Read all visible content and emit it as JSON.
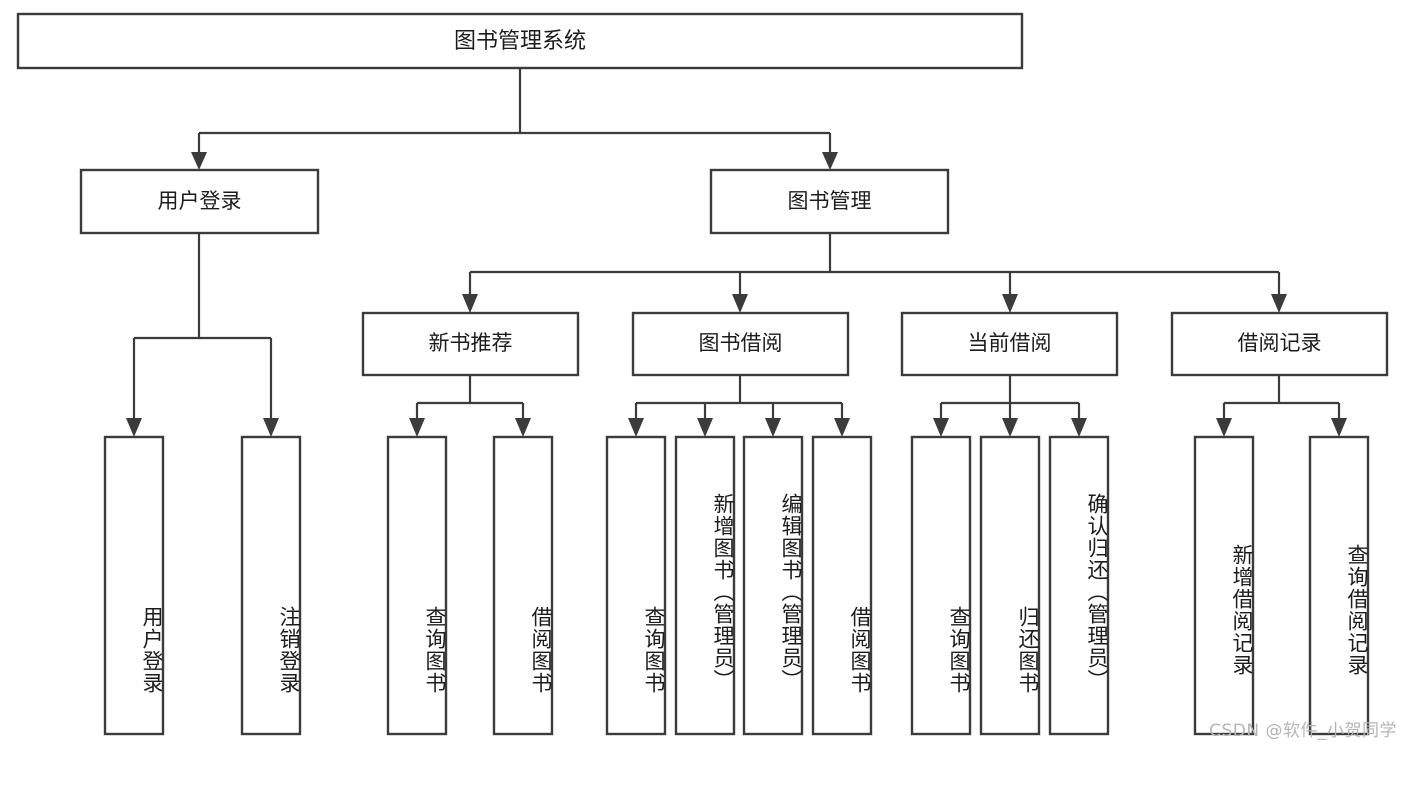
{
  "diagram": {
    "title": "图书管理系统",
    "type": "hierarchy-tree",
    "orientation": "top-down",
    "levels": 4,
    "colors": {
      "box_stroke": "#3b3b3b",
      "box_fill": "#ffffff",
      "text": "#1c1c1c",
      "edge": "#3b3b3b",
      "watermark": "#b6b6b6",
      "background": "#ffffff"
    }
  },
  "nodes": {
    "root": {
      "id": "root",
      "label": "图书管理系统",
      "level": 0,
      "orientation": "horizontal"
    },
    "level2": [
      {
        "id": "user-login",
        "label": "用户登录",
        "level": 1,
        "orientation": "horizontal"
      },
      {
        "id": "book-management",
        "label": "图书管理",
        "level": 1,
        "orientation": "horizontal"
      }
    ],
    "level3": [
      {
        "id": "new-book-recommend",
        "label": "新书推荐",
        "level": 2,
        "orientation": "horizontal",
        "parent": "book-management"
      },
      {
        "id": "book-borrow",
        "label": "图书借阅",
        "level": 2,
        "orientation": "horizontal",
        "parent": "book-management"
      },
      {
        "id": "current-borrow",
        "label": "当前借阅",
        "level": 2,
        "orientation": "horizontal",
        "parent": "book-management"
      },
      {
        "id": "borrow-record",
        "label": "借阅记录",
        "level": 2,
        "orientation": "horizontal",
        "parent": "book-management"
      }
    ],
    "leaves": [
      {
        "id": "leaf-user-login",
        "label": "用户登录",
        "parent": "user-login",
        "orientation": "vertical"
      },
      {
        "id": "leaf-logout",
        "label": "注销登录",
        "parent": "user-login",
        "orientation": "vertical"
      },
      {
        "id": "leaf-query-book-1",
        "label": "查询图书",
        "parent": "new-book-recommend",
        "orientation": "vertical"
      },
      {
        "id": "leaf-borrow-book-1",
        "label": "借阅图书",
        "parent": "new-book-recommend",
        "orientation": "vertical"
      },
      {
        "id": "leaf-query-book-2",
        "label": "查询图书",
        "parent": "book-borrow",
        "orientation": "vertical"
      },
      {
        "id": "leaf-add-book",
        "label": "新增图书（管理员）",
        "parent": "book-borrow",
        "orientation": "vertical"
      },
      {
        "id": "leaf-edit-book",
        "label": "编辑图书（管理员）",
        "parent": "book-borrow",
        "orientation": "vertical"
      },
      {
        "id": "leaf-borrow-book-2",
        "label": "借阅图书",
        "parent": "book-borrow",
        "orientation": "vertical"
      },
      {
        "id": "leaf-query-book-3",
        "label": "查询图书",
        "parent": "current-borrow",
        "orientation": "vertical"
      },
      {
        "id": "leaf-return-book",
        "label": "归还图书",
        "parent": "current-borrow",
        "orientation": "vertical"
      },
      {
        "id": "leaf-confirm-return",
        "label": "确认归还（管理员）",
        "parent": "current-borrow",
        "orientation": "vertical"
      },
      {
        "id": "leaf-add-record",
        "label": "新增借阅记录",
        "parent": "borrow-record",
        "orientation": "vertical"
      },
      {
        "id": "leaf-query-record",
        "label": "查询借阅记录",
        "parent": "borrow-record",
        "orientation": "vertical"
      }
    ]
  },
  "watermark": {
    "text": "CSDN @软件_小贺同学"
  }
}
